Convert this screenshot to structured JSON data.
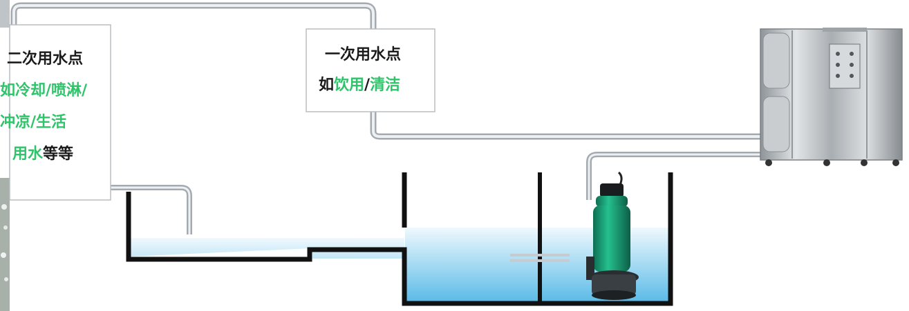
{
  "secondary_box": {
    "line1": "二次用水点",
    "line2_green": "如冷却/喷淋/",
    "line3_green": "冲凉/生活",
    "line4_green": "用水",
    "line4_dark": "等等"
  },
  "primary_box": {
    "title": "一次用水点",
    "prefix": "如",
    "item1": "饮用",
    "sep": "/",
    "item2": "清洁"
  },
  "colors": {
    "text_dark": "#1a1a1a",
    "text_green": "#2ec46a",
    "water_top": "#e8f5fc",
    "water_bottom": "#5fbde8",
    "tank_wall": "#111111",
    "pipe": "#c8ccd0",
    "pump_body": "#1a9e7a",
    "machine": "#b8bcbf"
  }
}
